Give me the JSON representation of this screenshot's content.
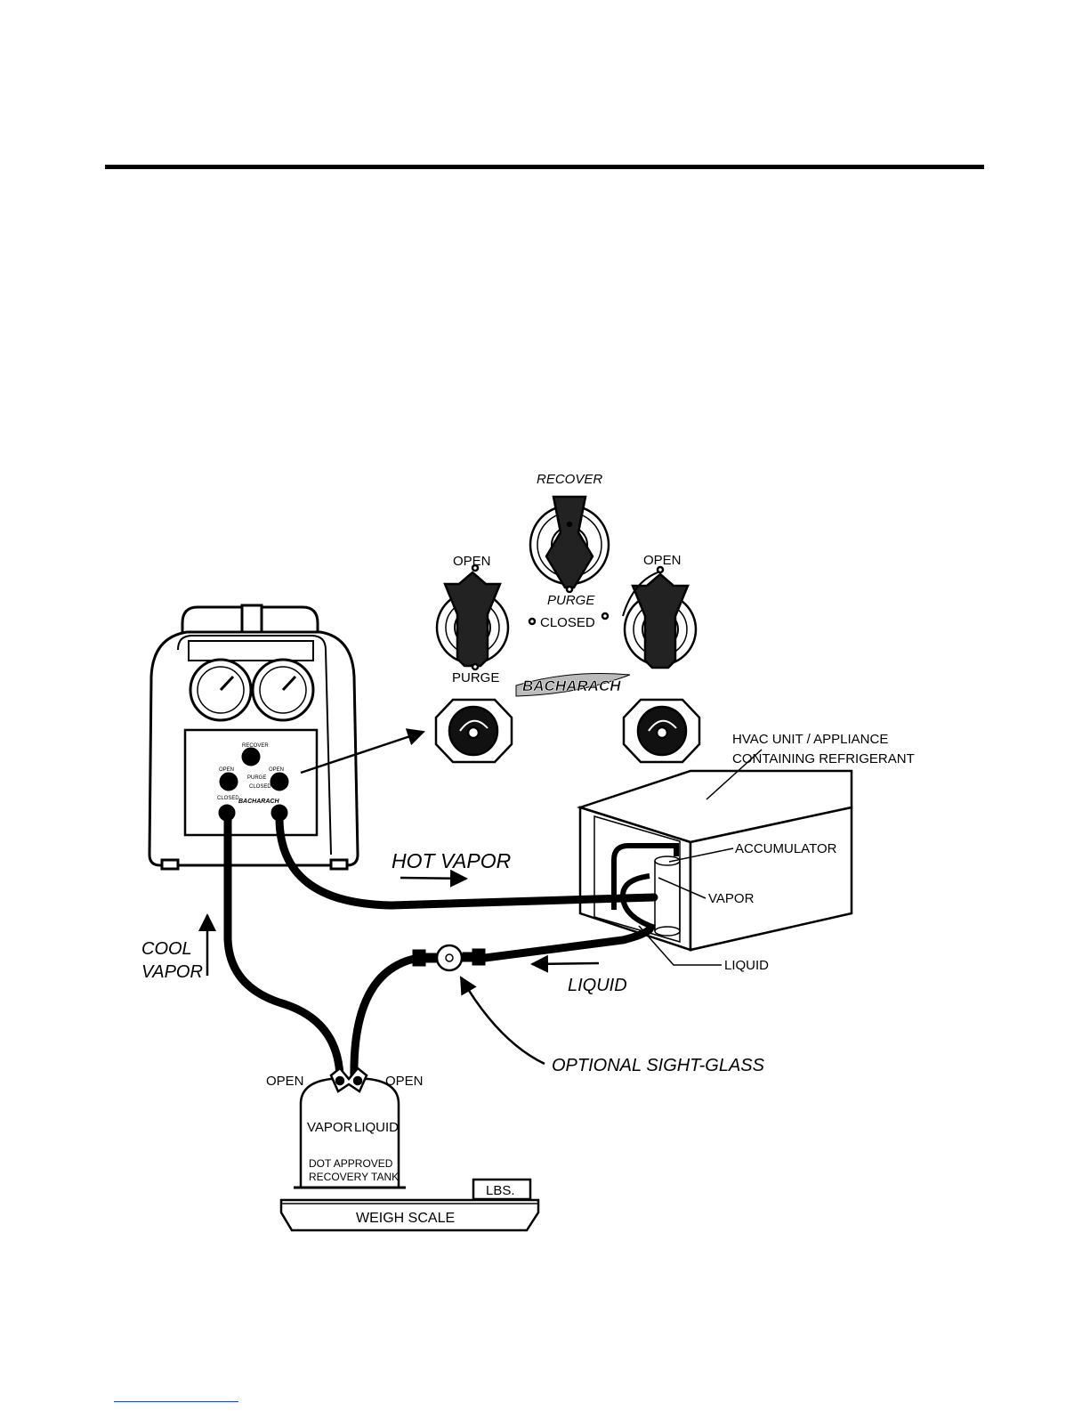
{
  "diagram": {
    "panel": {
      "recover": "RECOVER",
      "purge_center": "PURGE",
      "open_left": "OPEN",
      "open_right": "OPEN",
      "closed": "CLOSED",
      "purge_left": "PURGE",
      "brand": "BACHARACH"
    },
    "unit_panel": {
      "recover": "RECOVER",
      "open_left": "OPEN",
      "open_right": "OPEN",
      "purge": "PURGE",
      "closed_right": "CLOSED",
      "closed_left": "CLOSED",
      "brand": "BACHARACH"
    },
    "hvac": {
      "title_line1": "HVAC UNIT / APPLIANCE",
      "title_line2": "CONTAINING REFRIGERANT",
      "accumulator": "ACCUMULATOR",
      "vapor": "VAPOR",
      "liquid": "LIQUID"
    },
    "flows": {
      "hot_vapor": "HOT VAPOR",
      "cool_line1": "COOL",
      "cool_line2": "VAPOR",
      "liquid": "LIQUID",
      "sight_glass": "OPTIONAL SIGHT-GLASS"
    },
    "tank": {
      "open_left": "OPEN",
      "open_right": "OPEN",
      "vapor": "VAPOR",
      "liquid": "LIQUID",
      "line1": "DOT APPROVED",
      "line2": "RECOVERY TANK"
    },
    "scale": {
      "label": "WEIGH SCALE",
      "unit": "LBS."
    }
  }
}
